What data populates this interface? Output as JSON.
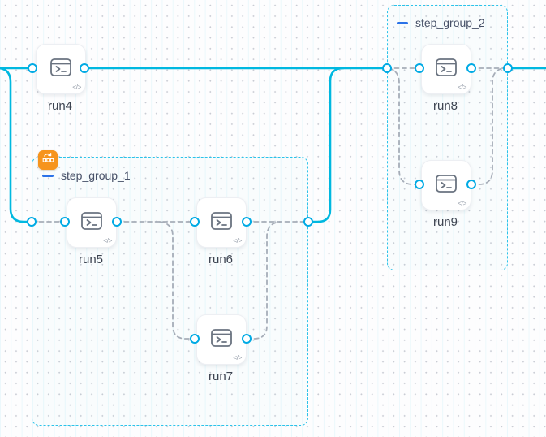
{
  "canvas": {
    "background_color": "#fdfdfe",
    "grid_dot_color": "#c9ccd4",
    "active_edge_color": "#00b8e0",
    "dashed_edge_color": "#a6adb8",
    "group_border_color": "#2cc3ea",
    "port_color": "#00aae4"
  },
  "node_defaults": {
    "icon": "terminal-icon",
    "code_badge": "</>"
  },
  "nodes": [
    {
      "id": "run4",
      "label": "run4"
    },
    {
      "id": "run5",
      "label": "run5"
    },
    {
      "id": "run6",
      "label": "run6"
    },
    {
      "id": "run7",
      "label": "run7"
    },
    {
      "id": "run8",
      "label": "run8"
    },
    {
      "id": "run9",
      "label": "run9"
    }
  ],
  "groups": [
    {
      "id": "step_group_1",
      "label": "step_group_1",
      "collapse_icon": "minus",
      "badge": "orange-plugin-badge"
    },
    {
      "id": "step_group_2",
      "label": "step_group_2",
      "collapse_icon": "minus"
    }
  ],
  "edges": [
    {
      "from": "offscreen-left",
      "to": "run4.in",
      "style": "solid"
    },
    {
      "from": "offscreen-left",
      "to": "step_group_1.in",
      "style": "solid"
    },
    {
      "from": "run4.out",
      "to": "step_group_2.in",
      "style": "solid"
    },
    {
      "from": "step_group_1.out",
      "to": "step_group_2.in",
      "style": "solid"
    },
    {
      "from": "step_group_2.out",
      "to": "offscreen-right",
      "style": "solid"
    },
    {
      "from": "step_group_1.in",
      "to": "run5.in",
      "style": "dashed"
    },
    {
      "from": "run5.out",
      "to": "run6.in",
      "style": "dashed"
    },
    {
      "from": "run5.out",
      "to": "run7.in",
      "style": "dashed"
    },
    {
      "from": "run6.out",
      "to": "step_group_1.out",
      "style": "dashed"
    },
    {
      "from": "run7.out",
      "to": "step_group_1.out",
      "style": "dashed"
    },
    {
      "from": "step_group_2.in",
      "to": "run8.in",
      "style": "dashed"
    },
    {
      "from": "step_group_2.in",
      "to": "run9.in",
      "style": "dashed"
    },
    {
      "from": "run8.out",
      "to": "step_group_2.out",
      "style": "dashed"
    },
    {
      "from": "run9.out",
      "to": "step_group_2.out",
      "style": "dashed"
    }
  ]
}
